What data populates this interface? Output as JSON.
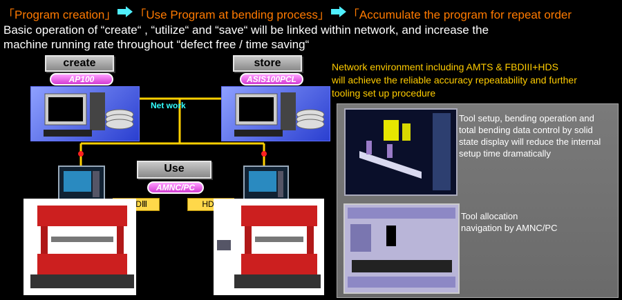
{
  "header": {
    "step1": "「Program creation」",
    "step2": "「Use Program at bending process」",
    "step3": "「Accumulate the program for repeat order",
    "line2": "Basic operation of  “create“ , “utilize“  and  “save“  will be linked within network, and increase the",
    "line3": "machine running rate throughout  “defect free / time saving“"
  },
  "nodes": {
    "create_label": "create",
    "create_product": "AP100",
    "store_label": "store",
    "store_product": "ASIS100PCL",
    "network_label": "Net work",
    "use_label": "Use",
    "use_product": "AMNC/PC",
    "tag_fbd": "FBDⅢ",
    "tag_hds": "HDS"
  },
  "right": {
    "intro": [
      "Network environment including AMTS & FBDIII+HDS",
      "will achieve the reliable accuracy repeatability and further",
      "tooling set up procedure"
    ],
    "panel1_text": [
      "Tool setup, bending operation and",
      "total bending data control by solid",
      "state display will reduce the internal",
      "setup time dramatically"
    ],
    "panel2_text": [
      "Tool allocation",
      "navigation by AMNC/PC"
    ]
  },
  "colors": {
    "accent": "#ff7a00",
    "cyan": "#33ffff",
    "yellow_text": "#ffcc00",
    "network_line": "#ffd000",
    "pill": "#d23bd2"
  }
}
